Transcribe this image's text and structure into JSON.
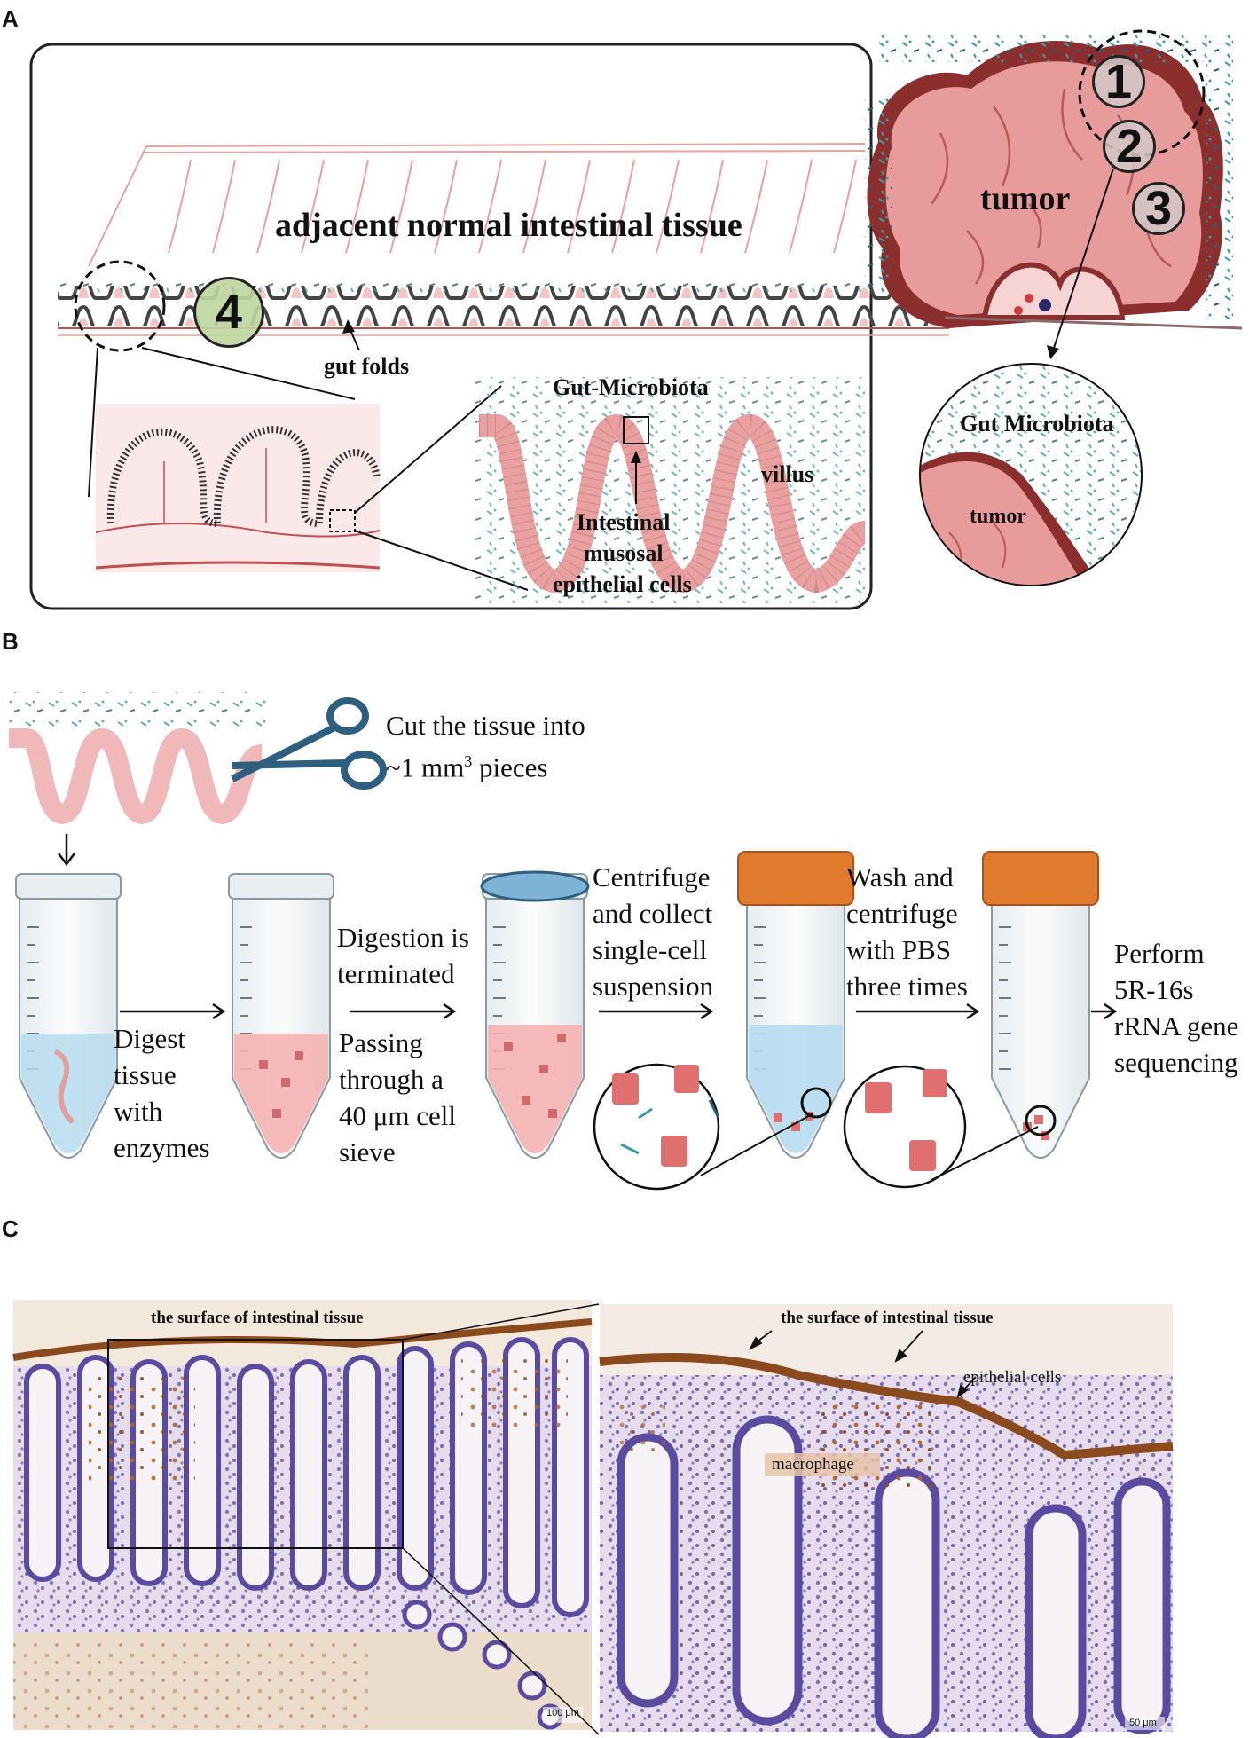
{
  "panels": {
    "a": "A",
    "b": "B",
    "c": "C"
  },
  "panel_a": {
    "tissue_title": "adjacent normal intestinal tissue",
    "gut_folds": "gut folds",
    "gut_microbiota": "Gut-Microbiota",
    "villus": "villus",
    "epithelial_lines": [
      "Intestinal",
      "musosal",
      "epithelial cells"
    ],
    "tumor": "tumor",
    "zoom_microbiota": "Gut Microbiota",
    "zoom_tumor": "tumor",
    "sites": [
      "1",
      "2",
      "3",
      "4"
    ]
  },
  "panel_b": {
    "cut_text": [
      "Cut the tissue into",
      "~1 mm",
      "3",
      " pieces"
    ],
    "digest": "Digest\ntissue\nwith\nenzymes",
    "terminated": "Digestion is\nterminated",
    "passing": "Passing\nthrough a\n40 μm cell\nsieve",
    "centrifuge": "Centrifuge\nand collect\nsingle-cell\nsuspension",
    "wash": "Wash and\ncentrifuge\nwith PBS\nthree times",
    "perform": "Perform\n5R-16s\nrRNA gene\nsequencing"
  },
  "panel_c": {
    "left_label": "the surface of  intestinal tissue",
    "right_label": "the surface of intestinal tissue",
    "epithelial": "epithelial cells",
    "macrophage": "macrophage",
    "scale_left": "100 μm",
    "scale_right": "50 μm"
  },
  "colors": {
    "tissue_pink": "#e8a0a0",
    "tumor_dark": "#8b2e2e",
    "cap_orange": "#e07a2c",
    "microbe_teal": "#3a9aa8",
    "stain_purple": "#6b5aa8",
    "stain_brown": "#b0652a"
  }
}
